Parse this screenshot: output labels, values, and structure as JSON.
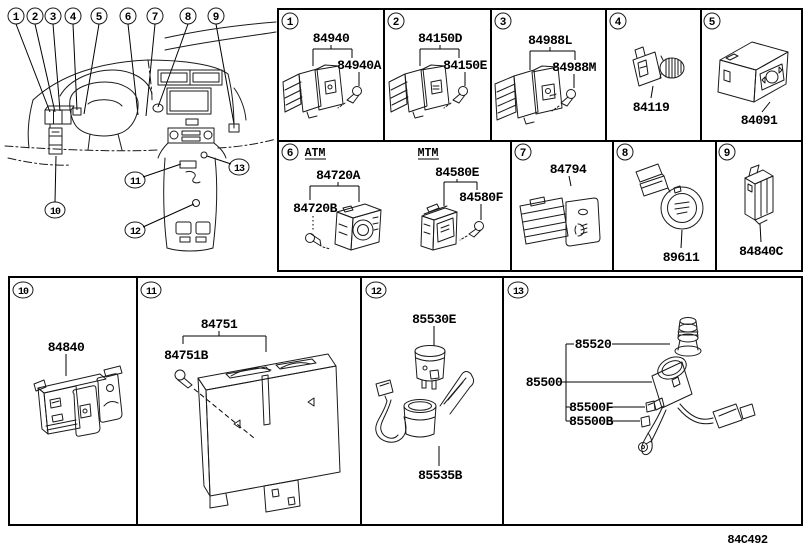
{
  "diagram_code": "84C492",
  "overview": {
    "callouts": [
      "1",
      "2",
      "3",
      "4",
      "5",
      "6",
      "7",
      "8",
      "9",
      "10",
      "11",
      "12",
      "13"
    ]
  },
  "cells": {
    "c1": {
      "num": "1",
      "main": "84940",
      "sub": "84940A"
    },
    "c2": {
      "num": "2",
      "main": "84150D",
      "sub": "84150E"
    },
    "c3": {
      "num": "3",
      "main": "84988L",
      "sub": "84988M"
    },
    "c4": {
      "num": "4",
      "main": "84119"
    },
    "c5": {
      "num": "5",
      "main": "84091"
    },
    "c6": {
      "num": "6",
      "atm": {
        "label": "ATM",
        "main": "84720A",
        "sub": "84720B"
      },
      "mtm": {
        "label": "MTM",
        "main": "84580E",
        "sub": "84580F"
      }
    },
    "c7": {
      "num": "7",
      "main": "84794"
    },
    "c8": {
      "num": "8",
      "main": "89611"
    },
    "c9": {
      "num": "9",
      "main": "84840C"
    },
    "c10": {
      "num": "10",
      "main": "84840"
    },
    "c11": {
      "num": "11",
      "main": "84751",
      "sub": "84751B"
    },
    "c12": {
      "num": "12",
      "top": "85530E",
      "bottom": "85535B"
    },
    "c13": {
      "num": "13",
      "knob": "85520",
      "assy": "85500",
      "partF": "85500F",
      "partB": "85500B"
    }
  }
}
